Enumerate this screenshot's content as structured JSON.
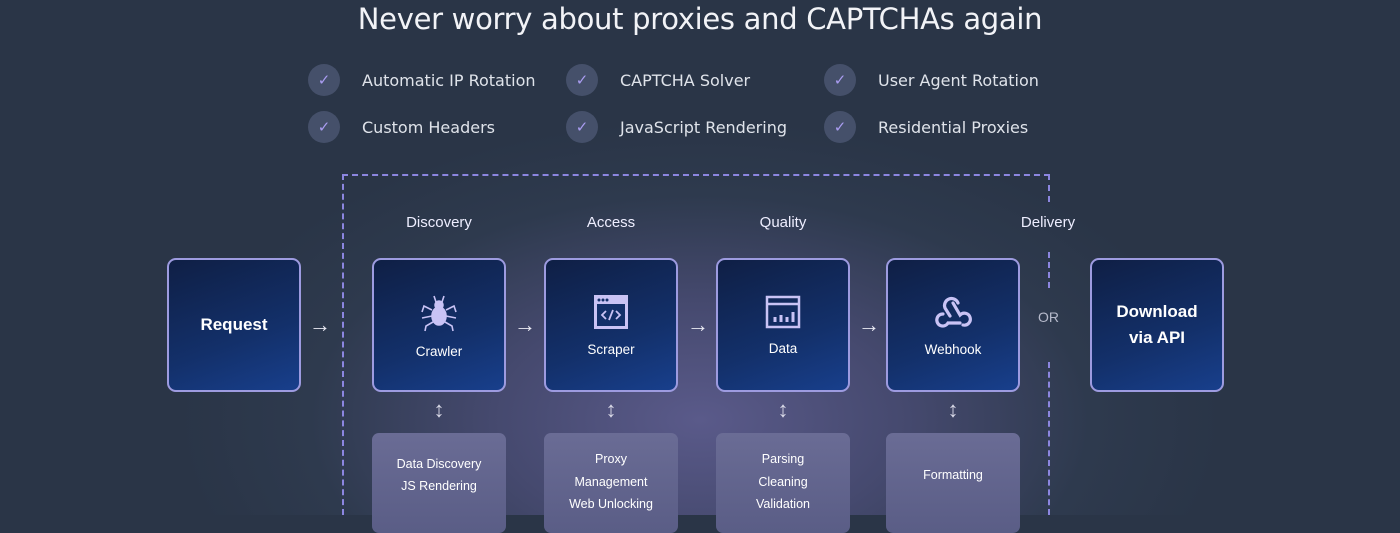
{
  "title": "Never worry about proxies and CAPTCHAs again",
  "features": [
    {
      "label": "Automatic IP Rotation",
      "icon": "check-icon"
    },
    {
      "label": "CAPTCHA Solver",
      "icon": "check-icon"
    },
    {
      "label": "User Agent Rotation",
      "icon": "check-icon"
    },
    {
      "label": "Custom Headers",
      "icon": "check-icon"
    },
    {
      "label": "JavaScript Rendering",
      "icon": "check-icon"
    },
    {
      "label": "Residential Proxies",
      "icon": "check-icon"
    }
  ],
  "stages": {
    "discovery": "Discovery",
    "access": "Access",
    "quality": "Quality",
    "delivery": "Delivery"
  },
  "request": "Request",
  "steps": [
    {
      "label": "Crawler",
      "icon": "spider-icon",
      "details": [
        "Data Discovery",
        "JS Rendering"
      ]
    },
    {
      "label": "Scraper",
      "icon": "code-window-icon",
      "details": [
        "Proxy",
        "Management",
        "Web Unlocking"
      ]
    },
    {
      "label": "Data",
      "icon": "bar-chart-window-icon",
      "details": [
        "Parsing",
        "Cleaning",
        "Validation"
      ]
    },
    {
      "label": "Webhook",
      "icon": "webhook-icon",
      "details": [
        "Formatting"
      ]
    }
  ],
  "or": "OR",
  "download": [
    "Download",
    "via API"
  ],
  "colors": {
    "accent": "#9d9be0",
    "card": "#13306a"
  }
}
